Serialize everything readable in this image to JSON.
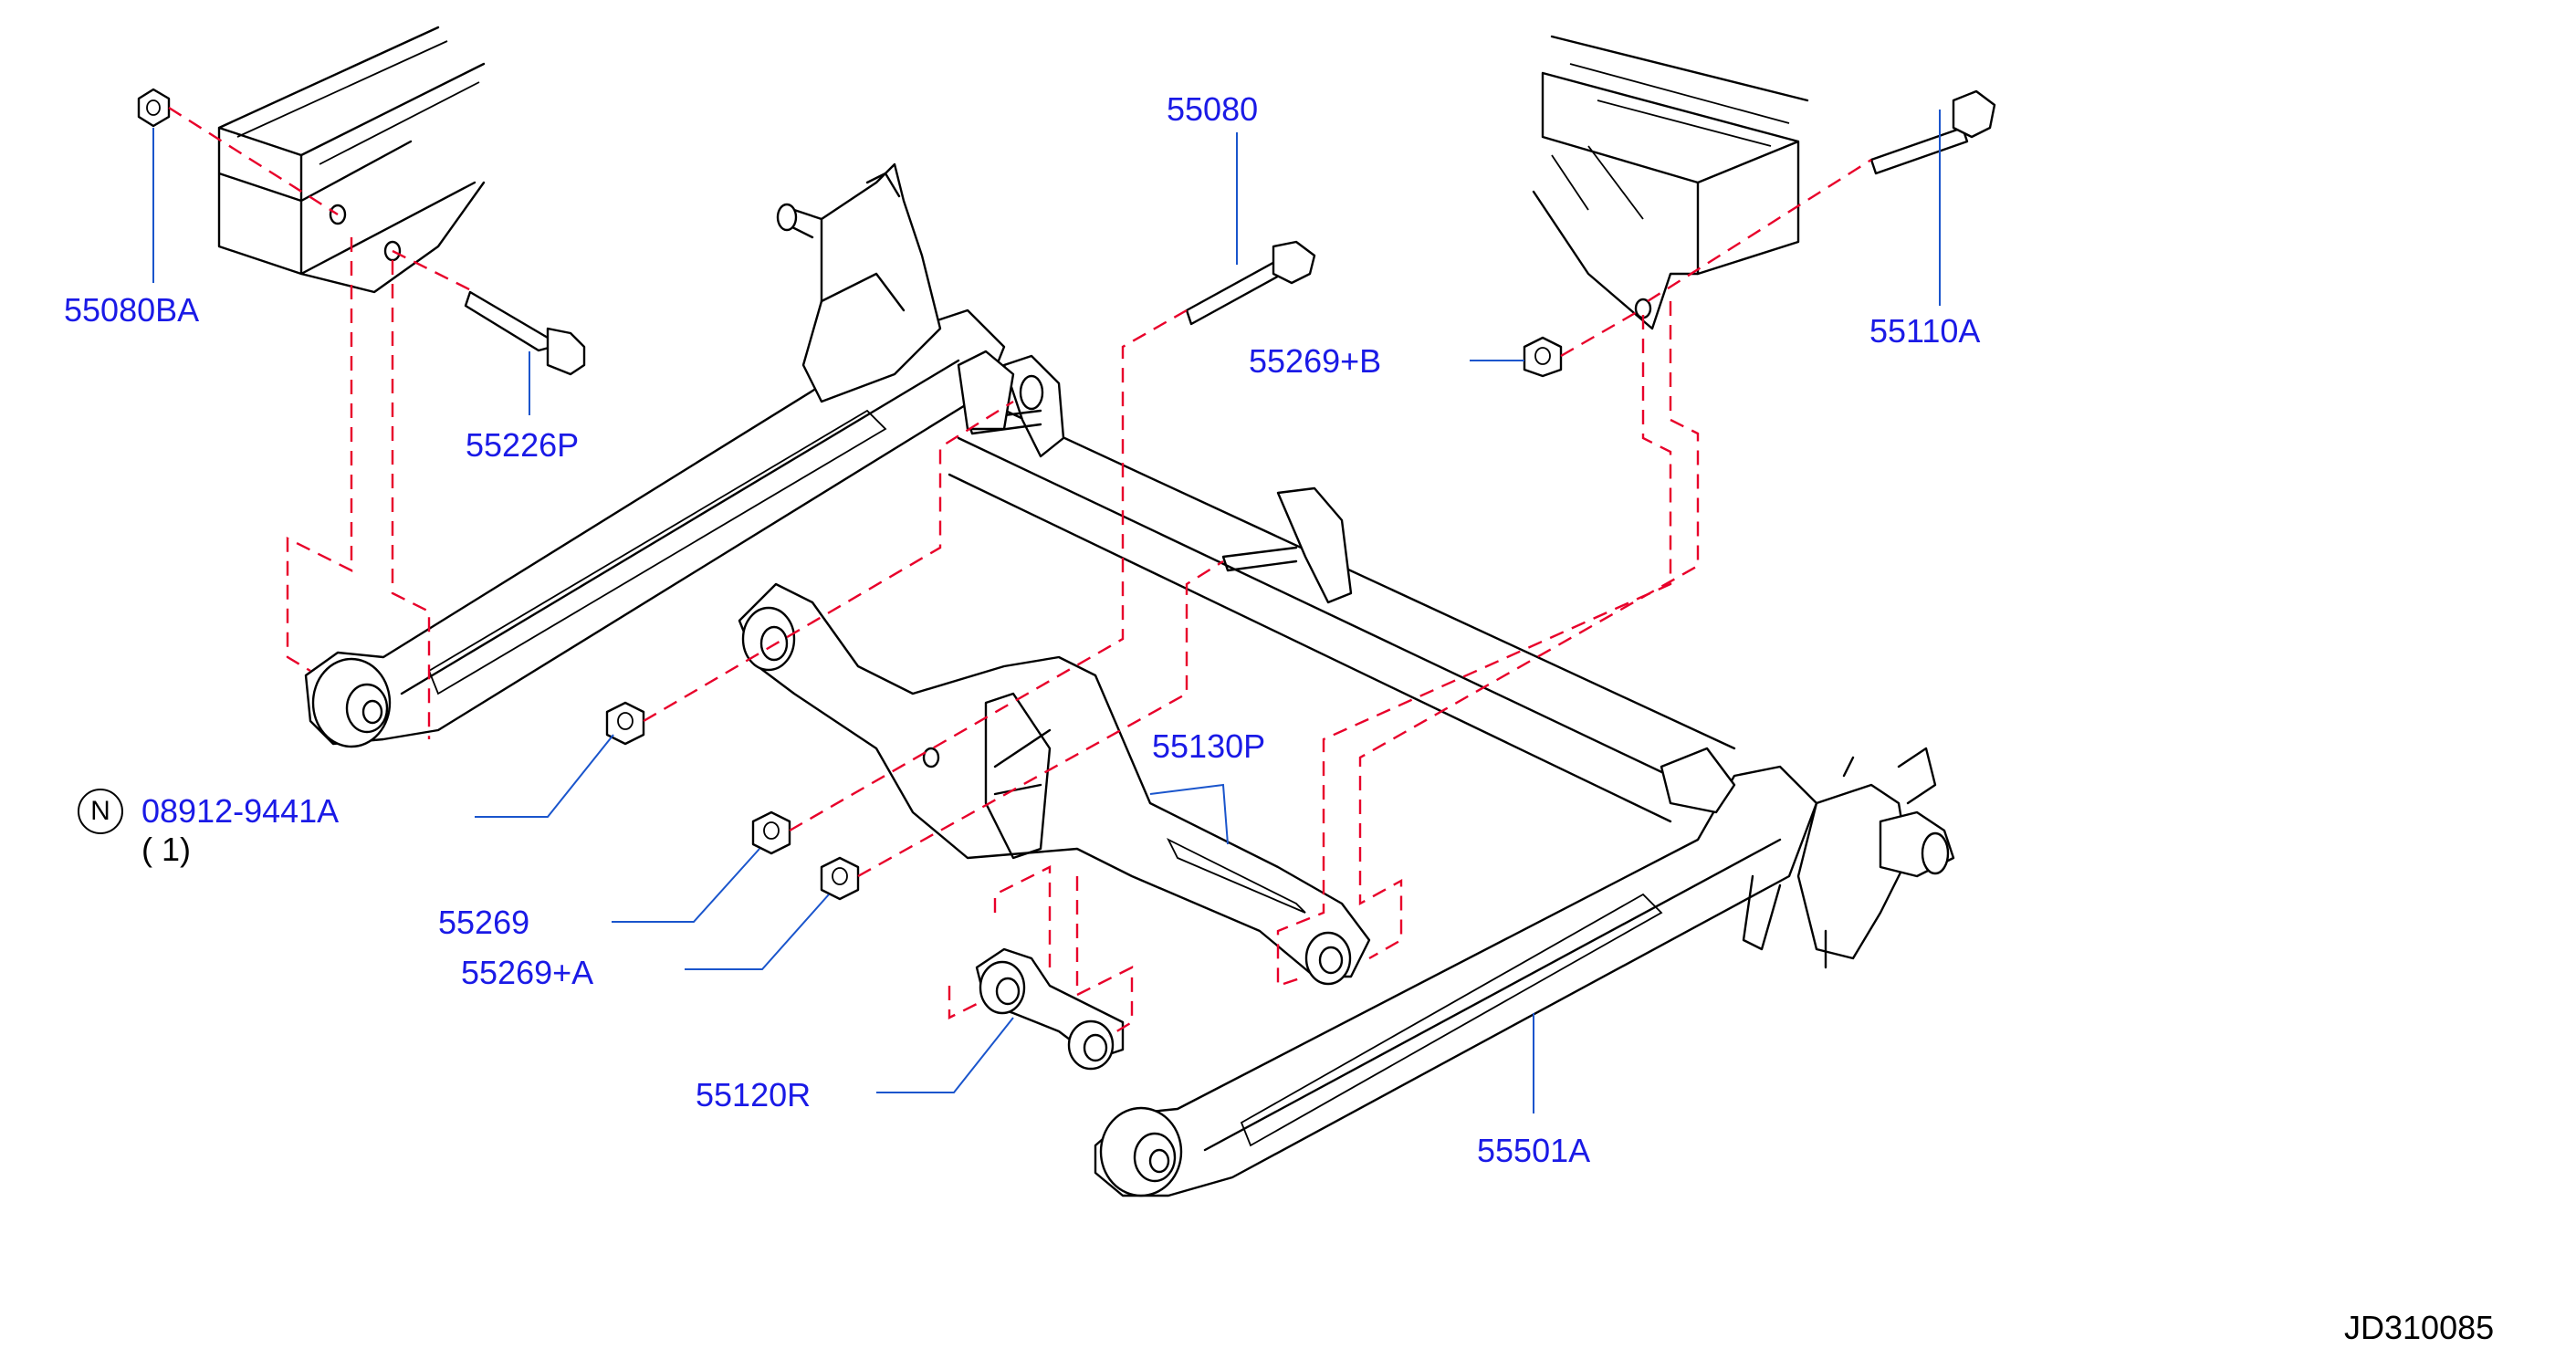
{
  "diagram": {
    "drawing_code": "JD310085",
    "parts": [
      {
        "id": "p55080BA",
        "number": "55080BA"
      },
      {
        "id": "p55226P",
        "number": "55226P"
      },
      {
        "id": "p55080",
        "number": "55080"
      },
      {
        "id": "p55269B",
        "number": "55269+B"
      },
      {
        "id": "p55110A",
        "number": "55110A"
      },
      {
        "id": "p08912",
        "number": "08912-9441A",
        "badge": "N",
        "quantity": "( 1)"
      },
      {
        "id": "p55130P",
        "number": "55130P"
      },
      {
        "id": "p55269",
        "number": "55269"
      },
      {
        "id": "p55269A",
        "number": "55269+A"
      },
      {
        "id": "p55120R",
        "number": "55120R"
      },
      {
        "id": "p55501A",
        "number": "55501A"
      }
    ]
  },
  "colors": {
    "label": "#1a1ae6",
    "leader": "#1a55cc",
    "hidden_line": "#e8002a",
    "outline": "#000000"
  }
}
